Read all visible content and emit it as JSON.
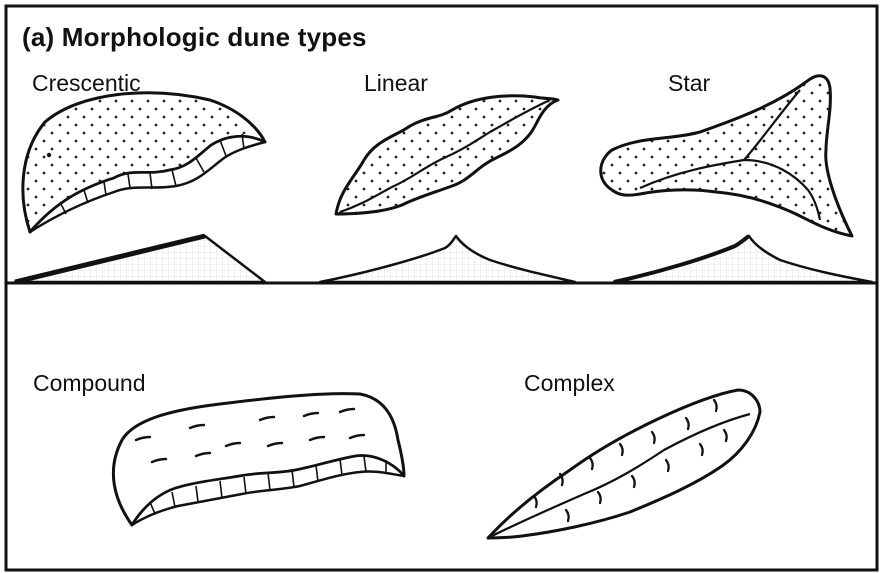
{
  "figure": {
    "panel_title": "(a) Morphologic dune types",
    "dune_types": {
      "crescentic": "Crescentic",
      "linear": "Linear",
      "star": "Star",
      "compound": "Compound",
      "complex": "Complex"
    }
  }
}
